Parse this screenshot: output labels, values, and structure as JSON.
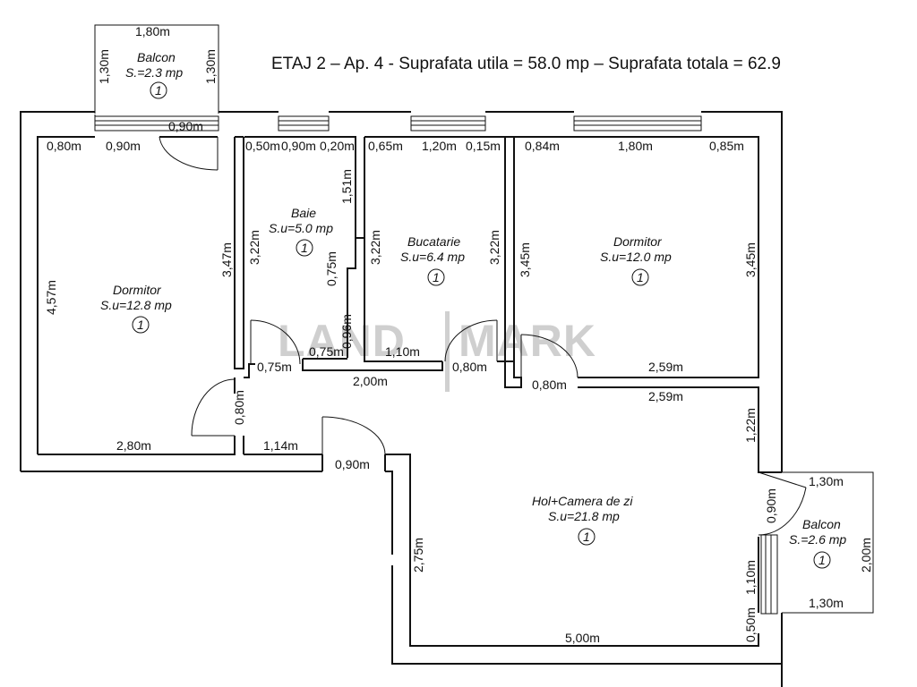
{
  "header": {
    "text": "ETAJ 2 – Ap. 4 - Suprafata utila = 58.0 mp – Suprafata totala = 62.9"
  },
  "watermark": {
    "left": "LAND",
    "right": "MARK"
  },
  "rooms": {
    "balcon_top": {
      "name": "Balcon",
      "area": "S.=2.3 mp",
      "num": "1"
    },
    "dormitor_left": {
      "name": "Dormitor",
      "area": "S.u=12.8 mp",
      "num": "1"
    },
    "baie": {
      "name": "Baie",
      "area": "S.u=5.0 mp",
      "num": "1"
    },
    "bucatarie": {
      "name": "Bucatarie",
      "area": "S.u=6.4 mp",
      "num": "1"
    },
    "dormitor_right": {
      "name": "Dormitor",
      "area": "S.u=12.0 mp",
      "num": "1"
    },
    "hol": {
      "name": "Hol+Camera de zi",
      "area": "S.u=21.8 mp",
      "num": "1"
    },
    "balcon_right": {
      "name": "Balcon",
      "area": "S.=2.6 mp",
      "num": "1"
    }
  },
  "dims": {
    "d1": "1,80m",
    "d2": "1,30m",
    "d3": "1,30m",
    "d4": "0,90m",
    "d5": "0,80m",
    "d6": "0,90m",
    "d7": "0,50m",
    "d8": "0,90m",
    "d9": "0,20m",
    "d10": "0,65m",
    "d11": "1,20m",
    "d12": "0,15m",
    "d13": "0,84m",
    "d14": "1,80m",
    "d15": "0,85m",
    "d16": "1,51m",
    "d17": "3,22m",
    "d18": "0,75m",
    "d19": "0,96m",
    "d20": "3,22m",
    "d21": "3,22m",
    "d22": "3,45m",
    "d23": "3,45m",
    "d24": "4,57m",
    "d25": "3,47m",
    "d26": "0,75m",
    "d27": "0,75m",
    "d28": "1,10m",
    "d29": "2,00m",
    "d30": "0,80m",
    "d31": "0,80m",
    "d32": "2,59m",
    "d33": "2,59m",
    "d34": "0,80m",
    "d35": "2,80m",
    "d36": "1,14m",
    "d37": "0,90m",
    "d38": "1,22m",
    "d39": "1,30m",
    "d40": "0,90m",
    "d41": "2,00m",
    "d42": "1,10m",
    "d43": "1,30m",
    "d44": "0,50m",
    "d45": "2,75m",
    "d46": "5,00m"
  }
}
